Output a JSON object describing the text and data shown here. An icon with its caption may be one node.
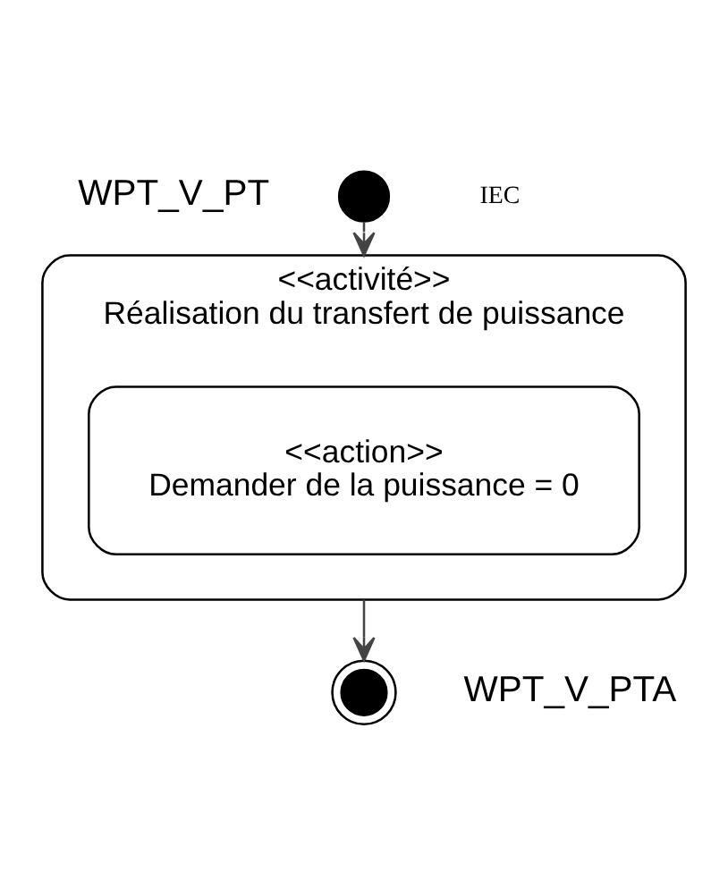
{
  "diagram": {
    "nodes": [
      {
        "text": [],
        "shape": "circle",
        "beside": [
          "WPT_V_PT"
        ]
      },
      {
        "text": [
          "<<activité>>",
          "Réalisation du transfert de puissance"
        ]
      },
      {
        "text": [
          "<<action>>",
          "Demander de la puissance = 0"
        ],
        "in": 1
      },
      {
        "text": [],
        "shape": "circle",
        "beside": [
          "WPT_V_PTA"
        ]
      }
    ],
    "edges": [
      {
        "from": 0,
        "to": 1,
        "arrow": "to"
      },
      {
        "from": 1,
        "to": 3,
        "arrow": "to"
      }
    ],
    "labels": [
      "IEC"
    ]
  }
}
